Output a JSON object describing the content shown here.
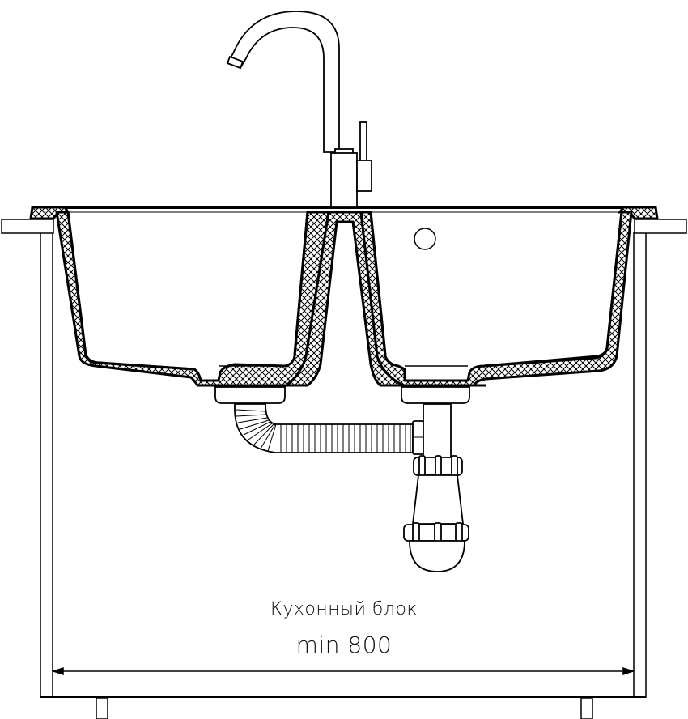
{
  "drawing": {
    "title": "Double kitchen sink installation diagram",
    "cabinet_label": "Кухонный блок",
    "dimension_label": "min 800",
    "line_color": "#000000",
    "background_color": "#ffffff",
    "hatch_pattern": "crosshatch"
  },
  "components": {
    "faucet": "gooseneck-faucet",
    "sink": "double-bowl-sink",
    "tap_hole": "tap-hole",
    "left_drain": "left-drain-outlet",
    "right_drain": "right-drain-outlet",
    "corrugated_pipe": "corrugated-overflow-pipe",
    "siphon": "bottle-trap-siphon",
    "countertop_left": "countertop-left",
    "countertop_right": "countertop-right",
    "cabinet": "kitchen-cabinet",
    "legs": [
      "cabinet-leg-left",
      "cabinet-leg-right"
    ],
    "dimension_arrow": "width-dimension-line"
  }
}
